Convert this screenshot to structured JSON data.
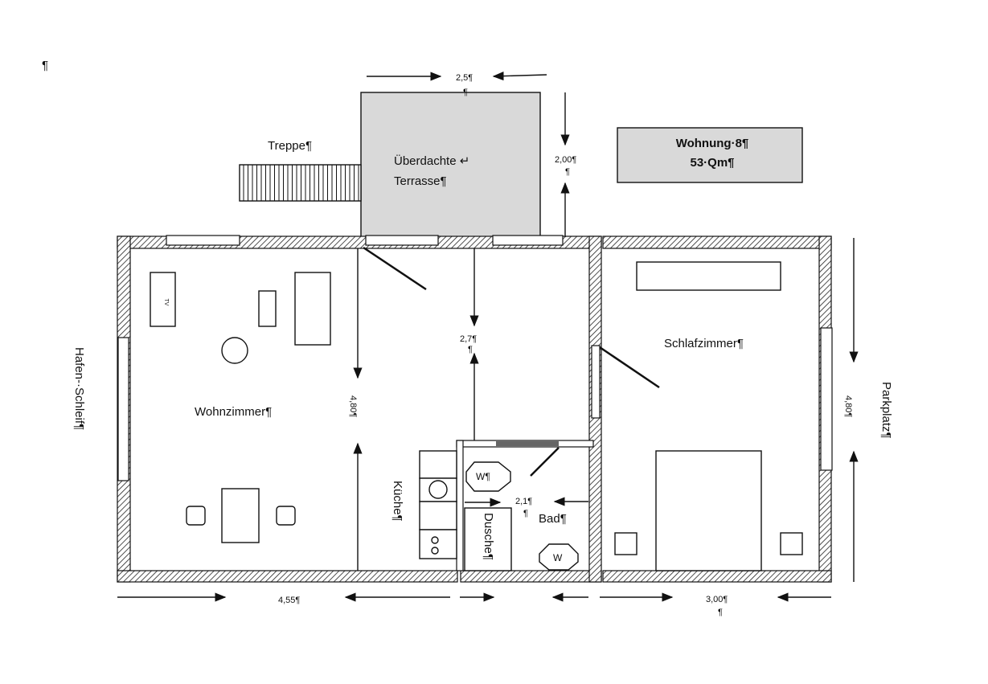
{
  "page_mark": "¶",
  "title_box": {
    "line1": "Wohnung·8¶",
    "line2": "53·Qm¶"
  },
  "labels": {
    "treppe": "Treppe¶",
    "terrasse_line1": "Überdachte ↵",
    "terrasse_line2": "Terrasse¶",
    "wohnzimmer": "Wohnzimmer¶",
    "schlafzimmer": "Schlafzimmer¶",
    "kueche": "Küche¶",
    "dusche": "Dusche¶",
    "bad": "Bad¶",
    "wc": "W¶",
    "washbasin": "W",
    "hafen": "Hafen-·Schleif¶",
    "parkplatz": "Parkplatz¶",
    "tv": "TV"
  },
  "dimensions": {
    "terrace_width": "2,5¶",
    "terrace_depth": "2,00¶",
    "living_width": "4,55¶",
    "living_depth": "4,80¶",
    "hall_depth": "2,7¶",
    "bath_width": "2,1¶",
    "bedroom_width": "3,00¶",
    "bedroom_depth": "4,80¶",
    "mark": "¶"
  }
}
